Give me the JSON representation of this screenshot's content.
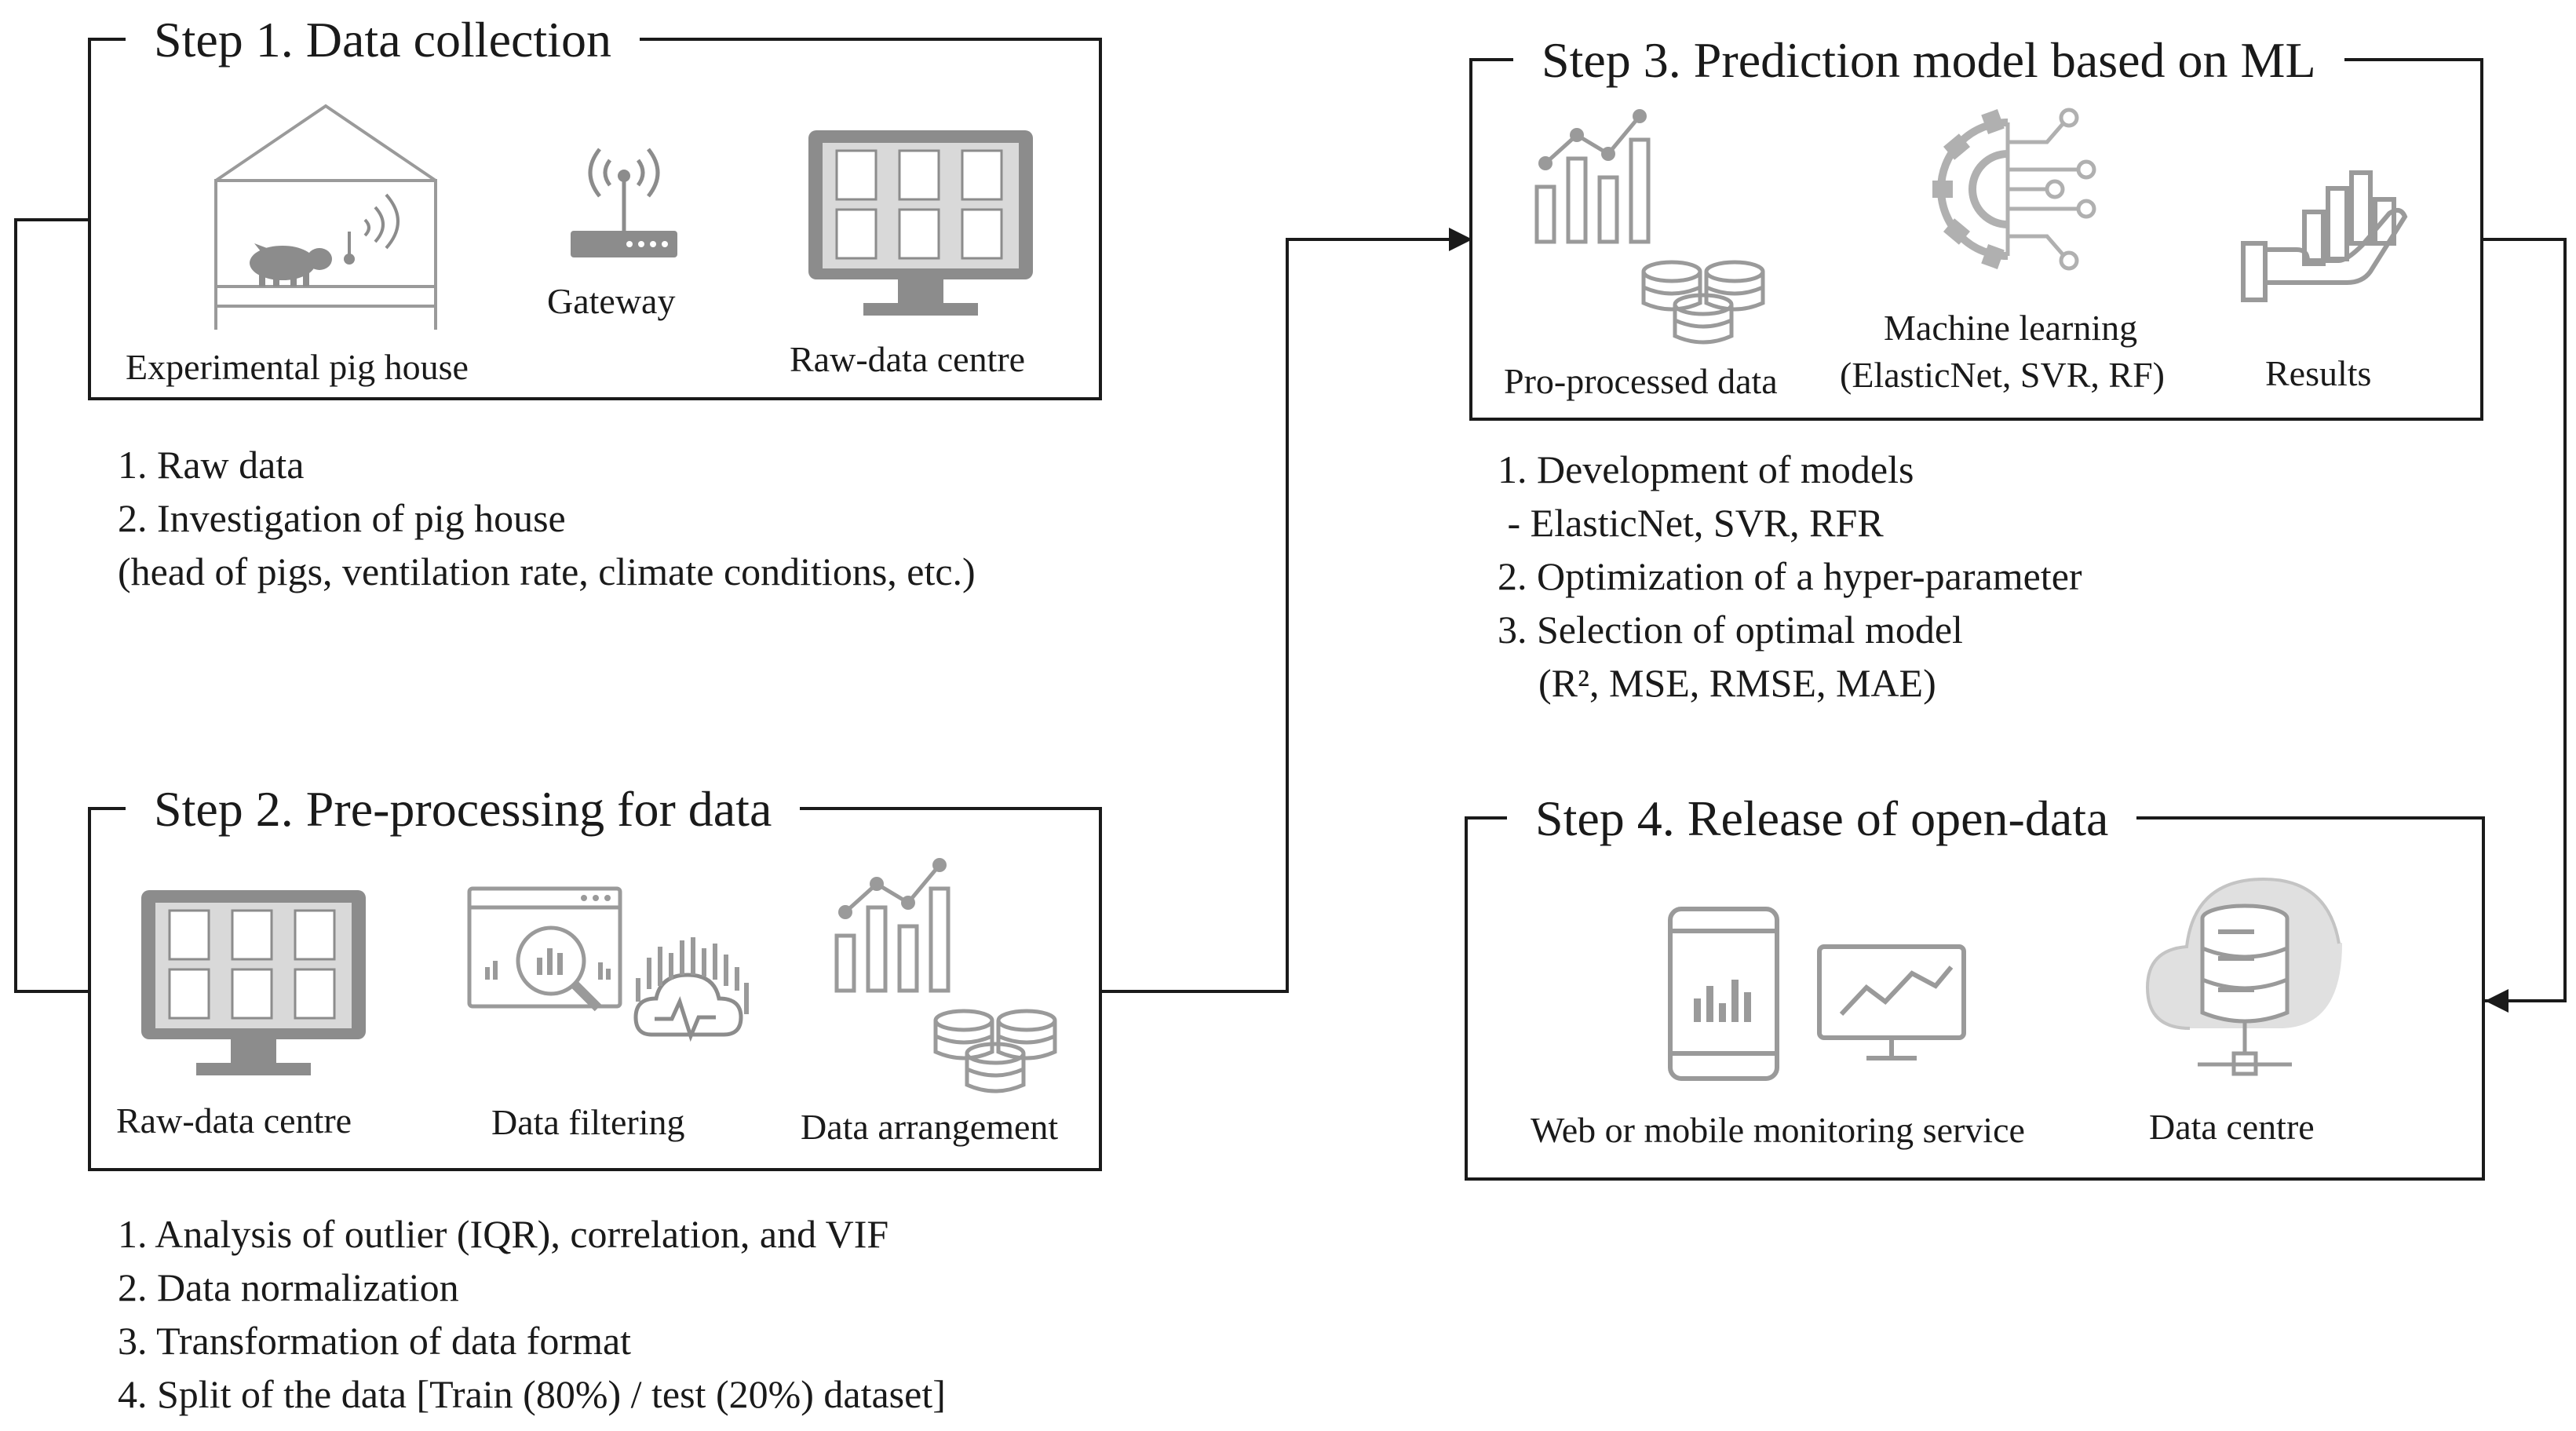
{
  "steps": [
    {
      "title": "Step 1. Data collection",
      "items": [
        {
          "label": "Experimental  pig house",
          "icon": "pig-house-icon"
        },
        {
          "label": "Gateway",
          "icon": "gateway-router-icon"
        },
        {
          "label": "Raw-data centre",
          "icon": "raw-data-monitor-icon"
        }
      ],
      "notes": [
        "1. Raw data",
        "2. Investigation of pig house",
        "(head of pigs, ventilation rate, climate conditions, etc.)"
      ]
    },
    {
      "title": "Step 2. Pre-processing for data",
      "items": [
        {
          "label": "Raw-data centre",
          "icon": "raw-data-monitor-icon"
        },
        {
          "label": "Data filtering",
          "icon": "data-filtering-icon"
        },
        {
          "label": "Data arrangement",
          "icon": "data-arrangement-icon"
        }
      ],
      "notes": [
        "1. Analysis  of outlier (IQR),  correlation,  and  VIF",
        "2. Data normalization",
        "3. Transformation of data format",
        "4. Split of the data  [Train (80%) / test (20%) dataset]"
      ]
    },
    {
      "title": "Step 3. Prediction model based on ML",
      "items": [
        {
          "label": "Pro-processed data",
          "icon": "processed-data-icon"
        },
        {
          "label": "Machine  learning",
          "label2": "(ElasticNet,  SVR, RF)",
          "icon": "machine-learning-gear-icon"
        },
        {
          "label": "Results",
          "icon": "results-hand-chart-icon"
        }
      ],
      "notes": [
        "1. Development  of models",
        " - ElasticNet, SVR, RFR",
        "2. Optimization of a hyper-parameter",
        "3. Selection of optimal model",
        "(R², MSE, RMSE, MAE)"
      ]
    },
    {
      "title": "Step 4. Release of open-data",
      "items": [
        {
          "label": "Web or mobile  monitoring  service",
          "icon": "web-mobile-monitoring-icon"
        },
        {
          "label": "Data centre",
          "icon": "cloud-data-centre-icon"
        }
      ]
    }
  ],
  "colors": {
    "line": "#1a1a1a",
    "icon": "#9a9a9a",
    "icon_light": "#c4c4c4"
  }
}
